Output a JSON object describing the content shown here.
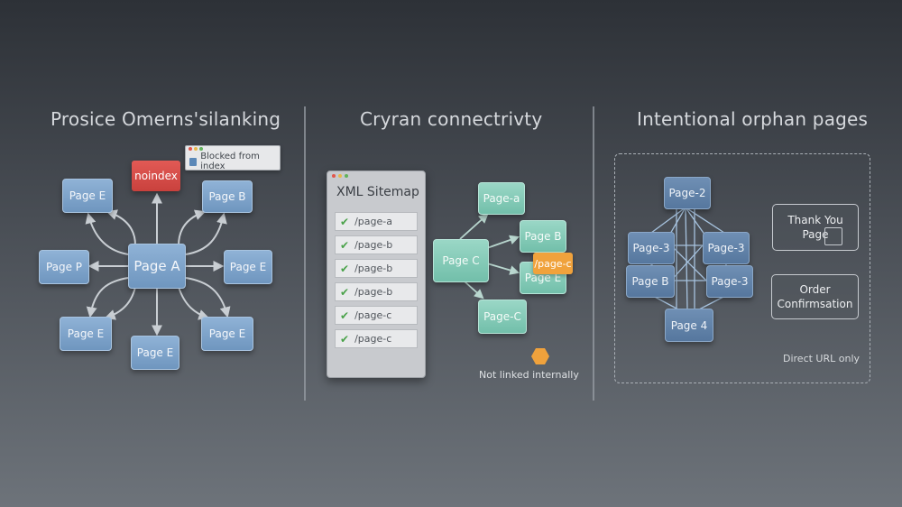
{
  "panels": {
    "left": {
      "title": "Prosice Omerns'silanking",
      "hub": "Page A",
      "nodes": [
        "Page E",
        "Page B",
        "Page E",
        "Page E",
        "Page E",
        "Page E",
        "Page P"
      ],
      "noindex_label": "noindex",
      "tooltip_label": "Blocked from index"
    },
    "middle": {
      "title": "Cryran connectrivty",
      "sitemap_title": "XML Sitemap",
      "sitemap_rows": [
        "/page-a",
        "/page-b",
        "/page-b",
        "/page-b",
        "/page-c",
        "/page-c"
      ],
      "node_top": "Page-a",
      "node_center": "Page C",
      "node_right_top": "Page B",
      "node_right_mid": "Page E",
      "node_bottom": "Page-C",
      "orphan_tag": "/page-c",
      "caption": "Not linked internally"
    },
    "right": {
      "title": "Intentional orphan pages",
      "nodes": {
        "top": "Page-2",
        "left_upper": "Page-3",
        "right_upper": "Page-3",
        "left_lower": "Page B",
        "right_lower": "Page-3",
        "bottom": "Page 4"
      },
      "card_thanks": "Thank You\nPage",
      "card_order": "Order\nConfirmsation",
      "caption": "Direct URL only"
    }
  },
  "colors": {
    "node_blue": "#7fa3ca",
    "node_teal": "#84cab7",
    "noindex_red": "#d84b47",
    "orphan_orange": "#f0a23c",
    "check_green": "#4aa24a"
  }
}
